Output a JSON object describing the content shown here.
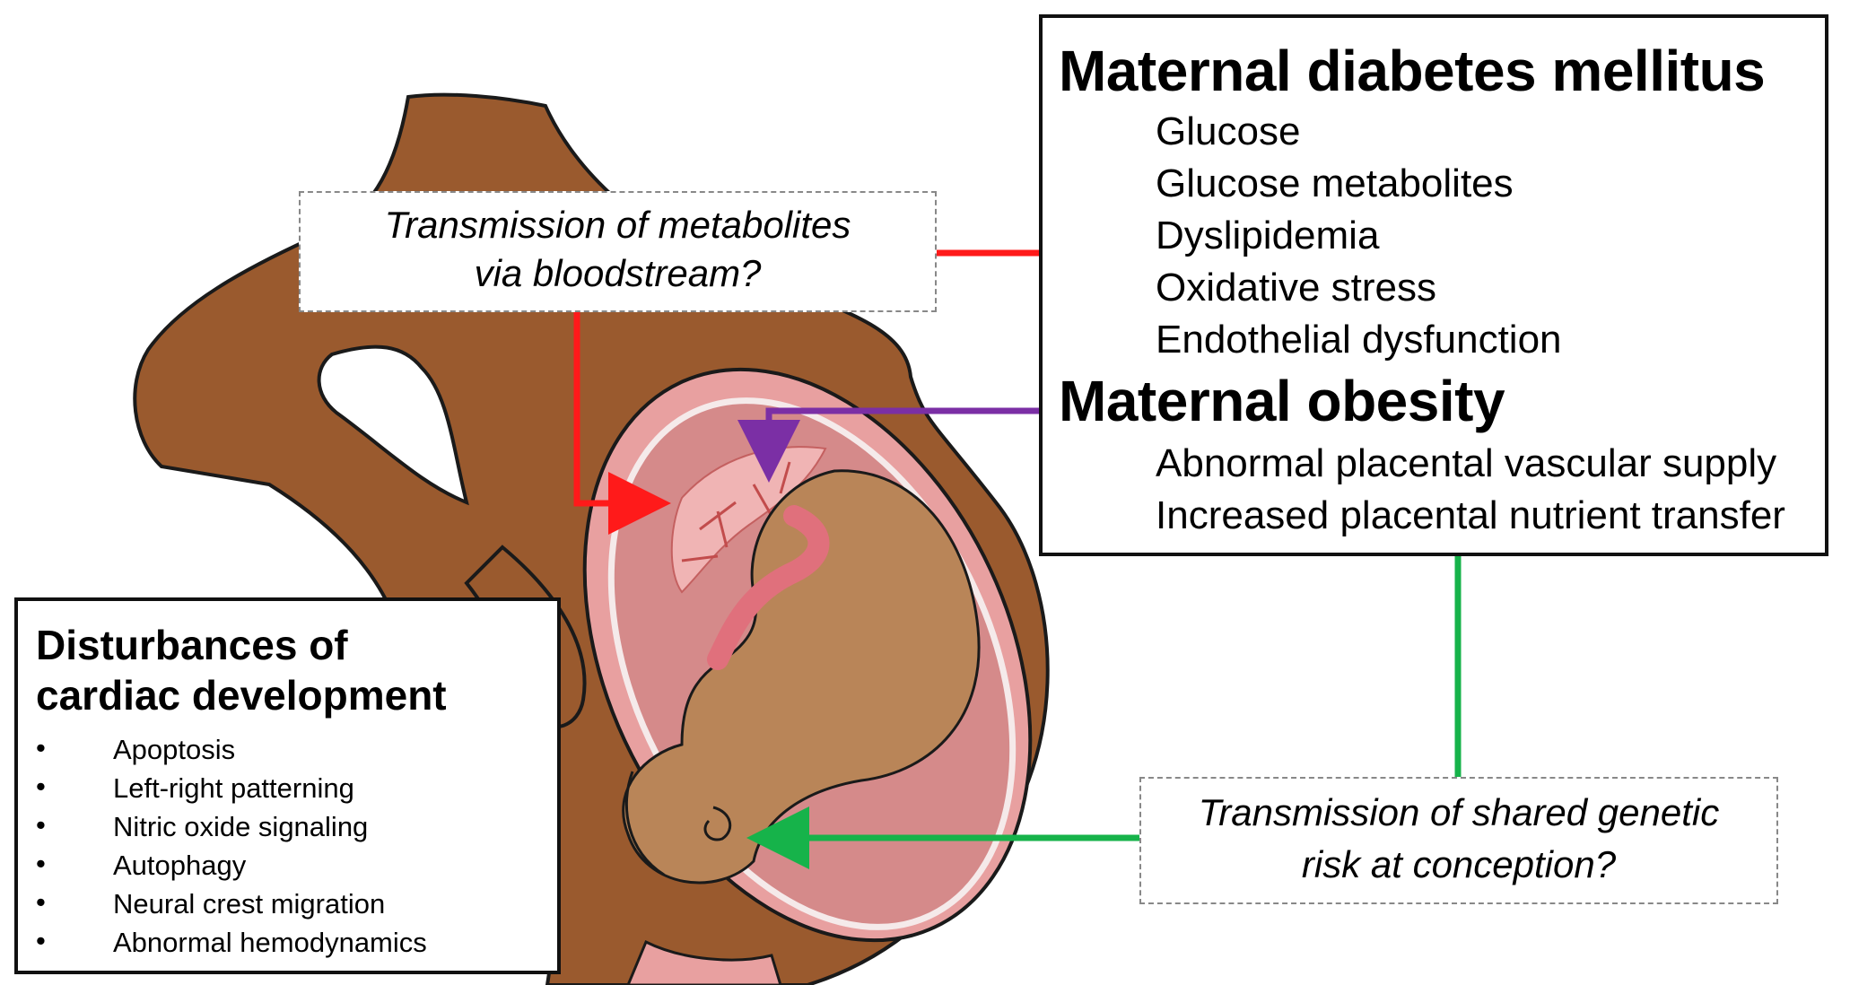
{
  "diabetes_box": {
    "title": "Maternal diabetes mellitus",
    "items": [
      "Glucose",
      "Glucose metabolites",
      "Dyslipidemia",
      "Oxidative stress",
      "Endothelial dysfunction"
    ],
    "obesity_title": "Maternal obesity",
    "obesity_items": [
      "Abnormal placental vascular supply",
      "Increased placental nutrient transfer"
    ]
  },
  "metabolites_box": {
    "line1": "Transmission of metabolites",
    "line2": "via bloodstream?"
  },
  "genetic_box": {
    "line1": "Transmission of shared genetic",
    "line2": "risk at conception?"
  },
  "cardiac_box": {
    "title_line1": "Disturbances of",
    "title_line2": "cardiac development",
    "bullet_symbol": "•",
    "items": [
      "Apoptosis",
      "Left-right patterning",
      "Nitric oxide signaling",
      "Autophagy",
      "Neural crest migration",
      "Abnormal hemodynamics"
    ]
  },
  "colors": {
    "skin": "#9a5a2e",
    "skin_outline": "#1a1a1a",
    "uterus": "#e8a0a0",
    "placenta": "#f0b4b4",
    "fetus": "#b98558",
    "cord": "#e0707c",
    "arrow_red": "#ff1a1a",
    "arrow_purple": "#7b2fa5",
    "arrow_green": "#16b34a",
    "arrow_gray": "#8c8c8c"
  }
}
